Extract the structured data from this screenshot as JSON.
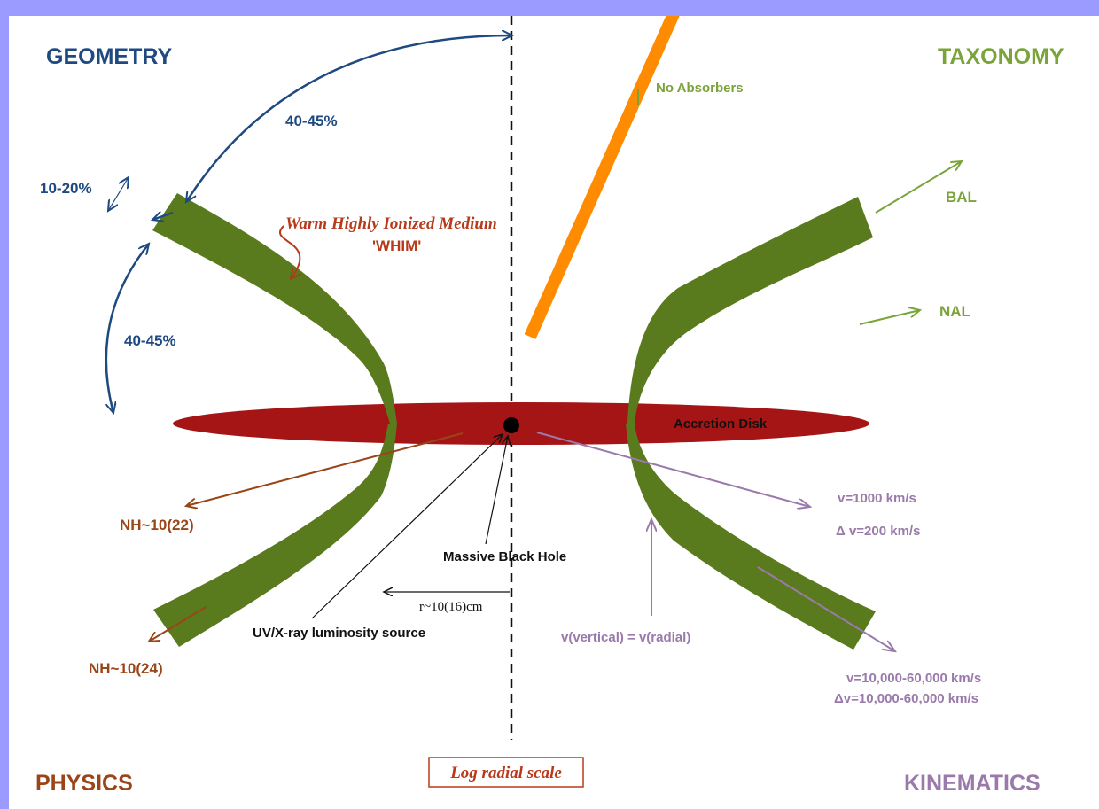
{
  "colors": {
    "frame": "#9a9aff",
    "geometry": "#1f4a80",
    "taxonomy": "#7aa43a",
    "physics": "#9a4518",
    "kinematics": "#9a7aaa",
    "wind": "#5a7a1e",
    "disk": "#a51515",
    "pointer": "#ff8c00"
  },
  "quadrants": {
    "geometry": "GEOMETRY",
    "taxonomy": "TAXONOMY",
    "physics": "PHYSICS",
    "kinematics": "KINEMATICS"
  },
  "geometry": {
    "angle_top": "40-45%",
    "angle_side": "10-20%",
    "angle_bottom": "40-45%"
  },
  "whim": {
    "name": "Warm Highly Ionized Medium",
    "abbr": "'WHIM'"
  },
  "taxonomy": {
    "no_absorbers": "No Absorbers",
    "bal": "BAL",
    "nal": "NAL"
  },
  "disk": {
    "label": "Accretion Disk"
  },
  "physics": {
    "nh22": "NH~10(22)",
    "nh24": "NH~10(24)",
    "black_hole": "Massive Black Hole",
    "uv_source": "UV/X-ray luminosity source",
    "radius": "r~10(16)cm",
    "scale": "Log radial scale"
  },
  "kinematics": {
    "v1": "v=1000 km/s",
    "dv1": "Δ v=200 km/s",
    "vertical": "v(vertical) = v(radial)",
    "v2": "v=10,000-60,000 km/s",
    "dv2": "Δv=10,000-60,000 km/s"
  }
}
